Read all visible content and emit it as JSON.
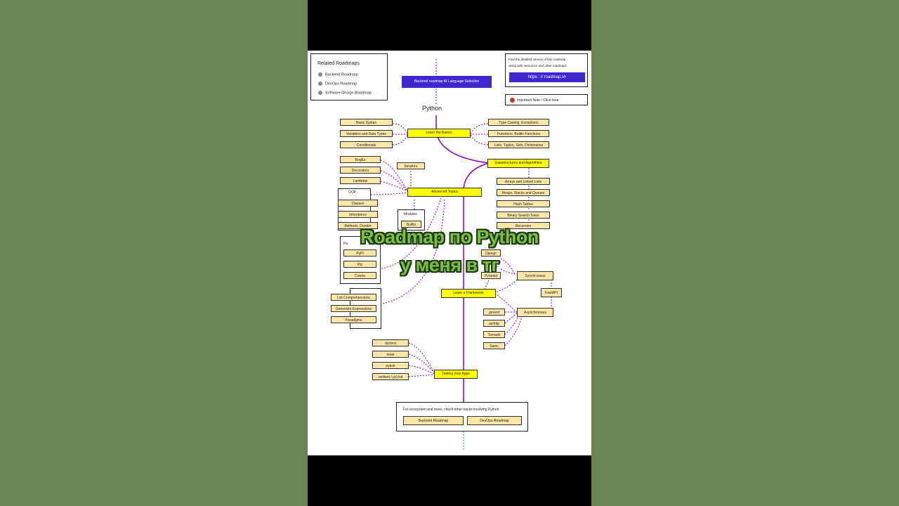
{
  "related": {
    "title": "Related Roadmaps",
    "items": [
      "Backend Roadmap",
      "DevOps Roadmap",
      "Software Design Roadmap"
    ]
  },
  "info": {
    "text1": "Find the detailed version of this roadmap",
    "text2": "along with resources and other roadmaps",
    "link": "https : // roadmap.sh",
    "note": "Important Note / Click here"
  },
  "header_button": "Backend roadmap till Language Selection",
  "main_title": "Python",
  "topics": {
    "learn_basics": "Learn the Basics",
    "ds_algo": "Datastructures and Algorithms",
    "advanced": "Advanced Topics",
    "framework": "Learn a Framework",
    "testing": "Testing your Apps"
  },
  "basics_left": [
    "Basic Syntax",
    "Variables and Data Types",
    "Conditionals"
  ],
  "basics_right": [
    "Type Casting, Exceptions",
    "Functions, Builtin Functions",
    "Lists, Tuples, Sets, Dictionaries"
  ],
  "ds_items": [
    "Arrays and Linked Lists",
    "Heaps, Stacks and Queues",
    "Hash Tables",
    "Binary Search Trees",
    "Recursion"
  ],
  "adv_left": [
    "RegEx",
    "Decorators",
    "Lambdas"
  ],
  "iterators": "Iterators",
  "oop": {
    "title": "OOP",
    "items": [
      "Classes",
      "Inheritance",
      "Methods, Dunder"
    ]
  },
  "modules": {
    "title": "Modules",
    "items": [
      "Builtin"
    ]
  },
  "packages": {
    "title": "Pa",
    "items": [
      "PyPI",
      "Pip",
      "Conda"
    ]
  },
  "comprehensions": [
    "List Comprehensions",
    "Generator Expressions",
    "Paradigms"
  ],
  "sync": {
    "label": "Synchronous",
    "items": [
      "Django",
      "Pyramid"
    ],
    "fastapi": "FastAPI"
  },
  "async": {
    "label": "Asynchronous",
    "items": [
      "gevent",
      "aiohttp",
      "Tornado",
      "Sanic"
    ]
  },
  "tests": [
    "doctest",
    "nose",
    "pytest",
    "unittest / pyUnit"
  ],
  "footer": {
    "text": "For ecosystem and more, check other tracks involving Python",
    "buttons": [
      "Backend Roadmap",
      "DevOps Roadmap"
    ]
  },
  "overlay": {
    "line1": "Roadmap по Python",
    "line2": "у меня в тг"
  },
  "colors": {
    "purple": "#8a00c9",
    "yellow": "#ffff00",
    "beige": "#fde7a6",
    "header": "#3f28d0"
  }
}
